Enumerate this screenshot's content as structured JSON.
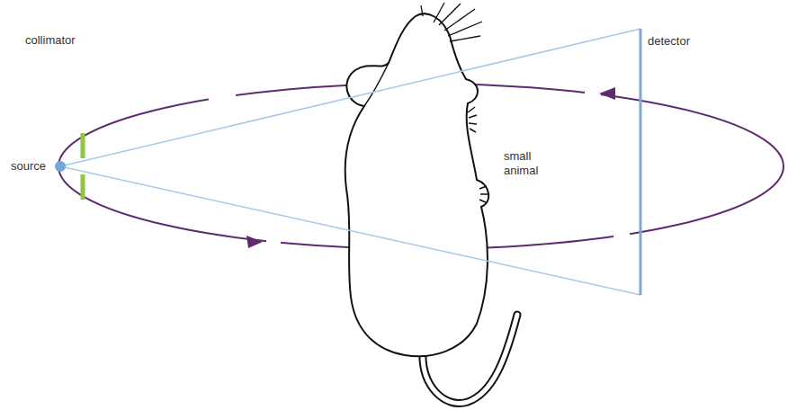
{
  "diagram": {
    "labels": [
      "collimator",
      "source",
      "small animal",
      "detector"
    ]
  }
}
